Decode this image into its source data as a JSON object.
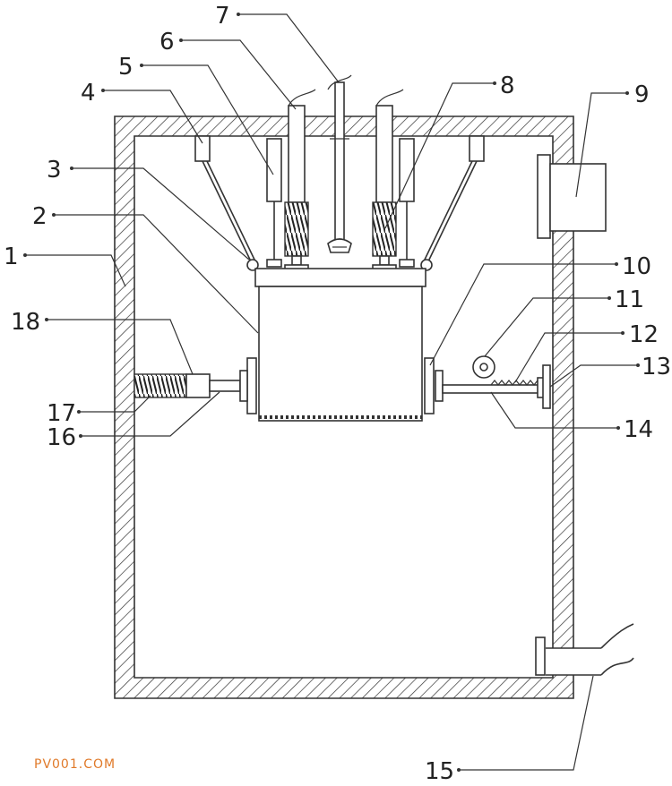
{
  "diagram": {
    "labels": {
      "l1": "1",
      "l2": "2",
      "l3": "3",
      "l4": "4",
      "l5": "5",
      "l6": "6",
      "l7": "7",
      "l8": "8",
      "l9": "9",
      "l10": "10",
      "l11": "11",
      "l12": "12",
      "l13": "13",
      "l14": "14",
      "l15": "15",
      "l16": "16",
      "l17": "17",
      "l18": "18"
    },
    "watermark": "PV001.COM"
  }
}
